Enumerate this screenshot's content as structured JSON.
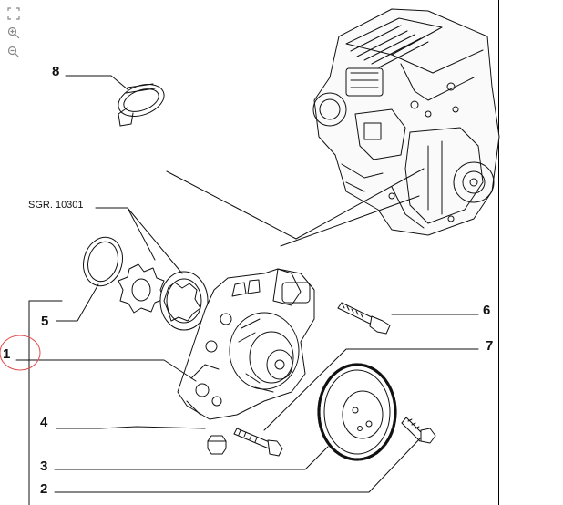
{
  "toolbar": {
    "buttons": [
      {
        "name": "fit-to-window-icon",
        "title": "fit"
      },
      {
        "name": "zoom-in-icon",
        "title": "zoom in"
      },
      {
        "name": "zoom-out-icon",
        "title": "zoom out"
      }
    ]
  },
  "diagram": {
    "reference_label": "SGR. 10301",
    "callouts": [
      "1",
      "2",
      "3",
      "4",
      "5",
      "6",
      "7",
      "8"
    ],
    "highlight_color": "#e05050"
  }
}
